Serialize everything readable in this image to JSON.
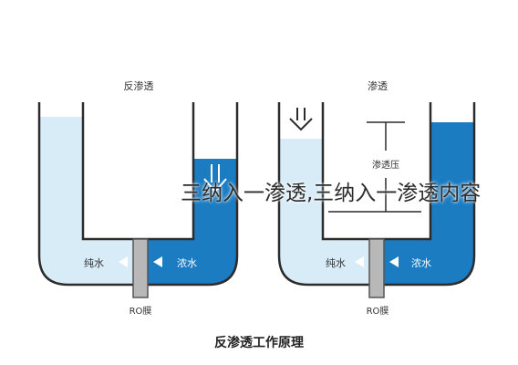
{
  "diagram": {
    "left": {
      "top_label": "反渗透",
      "pure_water_label": "纯水",
      "concentrate_label": "浓水",
      "membrane_label": "RO膜"
    },
    "right": {
      "top_label": "渗透",
      "pressure_label": "渗透压",
      "pure_water_label": "纯水",
      "concentrate_label": "浓水",
      "membrane_label": "RO膜"
    },
    "caption": "反渗透工作原理"
  },
  "overlay_text": "三纳入一渗透,三纳入一渗透内容",
  "colors": {
    "pure_water": "#d8ecf7",
    "concentrate": "#1b7cc2",
    "tube_wall": "#2c2c2c",
    "membrane": "#b8b8b8"
  }
}
